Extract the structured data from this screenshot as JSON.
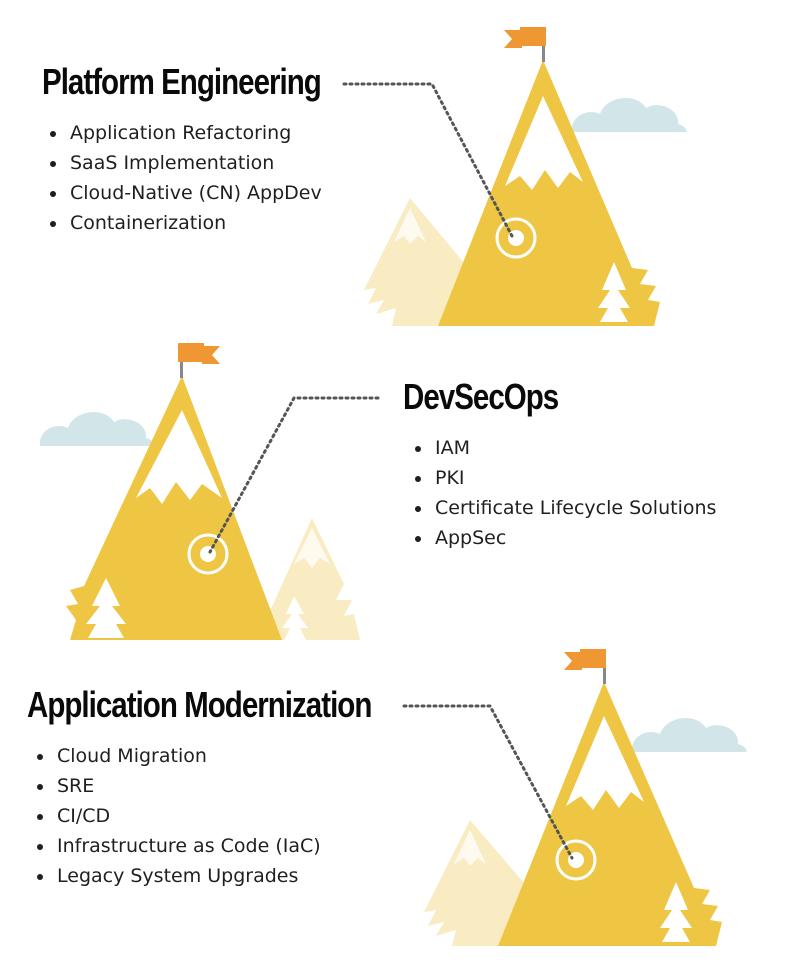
{
  "sections": [
    {
      "title": "Platform Engineering",
      "items": [
        "Application Refactoring",
        "SaaS Implementation",
        "Cloud-Native (CN) AppDev",
        "Containerization"
      ]
    },
    {
      "title": "DevSecOps",
      "items": [
        "IAM",
        "PKI",
        "Certificate Lifecycle Solutions",
        "AppSec"
      ]
    },
    {
      "title": "Application Modernization",
      "items": [
        "Cloud Migration",
        "SRE",
        "CI/CD",
        "Infrastructure as Code (IaC)",
        "Legacy System Upgrades"
      ]
    }
  ],
  "colors": {
    "mountain": "#EEC644",
    "mountain_pale": "#F9ECC3",
    "snow": "#FFFFFF",
    "flag": "#EE9733",
    "cloud": "#D2E6E9",
    "dots": "#555555",
    "text": "#1F1F1F"
  }
}
